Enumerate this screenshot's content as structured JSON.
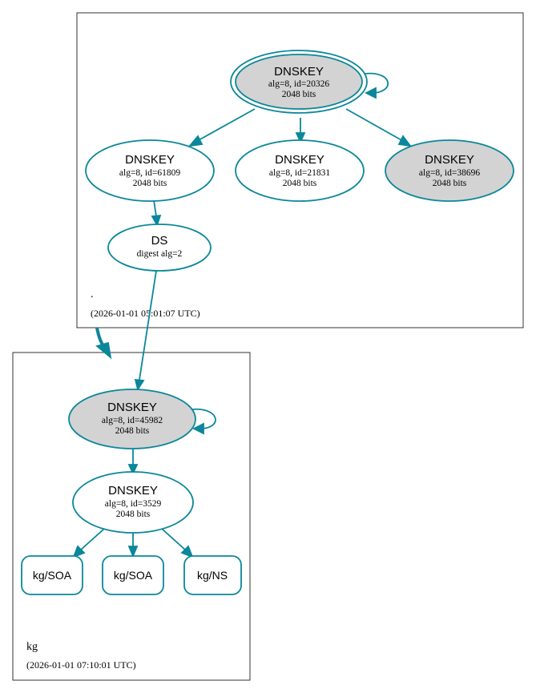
{
  "colors": {
    "edge": "#0a879a",
    "ksk_fill": "#d3d3d3",
    "zsk_fill": "#ffffff"
  },
  "root_zone": {
    "name": ".",
    "timestamp": "(2026-01-01 05:01:07 UTC)",
    "ksk": {
      "title": "DNSKEY",
      "line1": "alg=8, id=20326",
      "line2": "2048 bits"
    },
    "zsk_a": {
      "title": "DNSKEY",
      "line1": "alg=8, id=61809",
      "line2": "2048 bits"
    },
    "zsk_b": {
      "title": "DNSKEY",
      "line1": "alg=8, id=21831",
      "line2": "2048 bits"
    },
    "ksk_b": {
      "title": "DNSKEY",
      "line1": "alg=8, id=38696",
      "line2": "2048 bits"
    },
    "ds": {
      "title": "DS",
      "line1": "digest alg=2"
    }
  },
  "kg_zone": {
    "name": "kg",
    "timestamp": "(2026-01-01 07:10:01 UTC)",
    "ksk": {
      "title": "DNSKEY",
      "line1": "alg=8, id=45982",
      "line2": "2048 bits"
    },
    "zsk": {
      "title": "DNSKEY",
      "line1": "alg=8, id=3529",
      "line2": "2048 bits"
    },
    "rrsets": [
      "kg/SOA",
      "kg/SOA",
      "kg/NS"
    ]
  }
}
